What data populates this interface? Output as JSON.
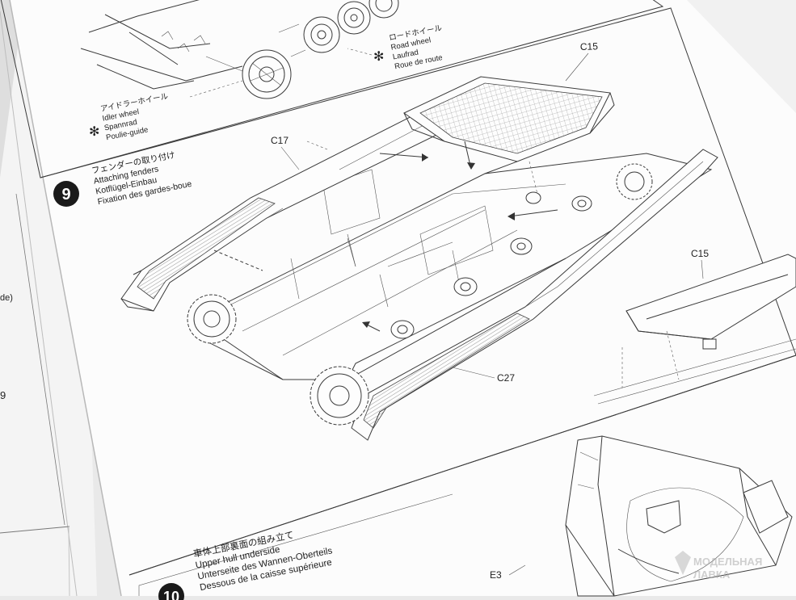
{
  "step9": {
    "number": "9",
    "title_ja": "フェンダーの取り付け",
    "title_en": "Attaching fenders",
    "title_de": "Kotflügel-Einbau",
    "title_fr": "Fixation des gardes-boue"
  },
  "step10": {
    "number": "10",
    "title_ja": "車体上部裏面の組み立て",
    "title_en": "Upper hull underside",
    "title_de": "Unterseite des Wannen-Oberteils",
    "title_fr": "Dessous de la caisse supérieure"
  },
  "callouts": {
    "idler": [
      "アイドラーホイール",
      "Idler wheel",
      "Spannrad",
      "Poulie-guide"
    ],
    "road": [
      "ロードホイール",
      "Road wheel",
      "Laufrad",
      "Roue de route"
    ]
  },
  "parts": {
    "c15_top": "C15",
    "c17": "C17",
    "c15_right": "C15",
    "c27": "C27",
    "e3": "E3"
  },
  "left_page_fragments": [
    "de)",
    "9"
  ],
  "watermark": {
    "line1": "МОДЕЛЬНАЯ",
    "line2": "ЛАВКА"
  }
}
